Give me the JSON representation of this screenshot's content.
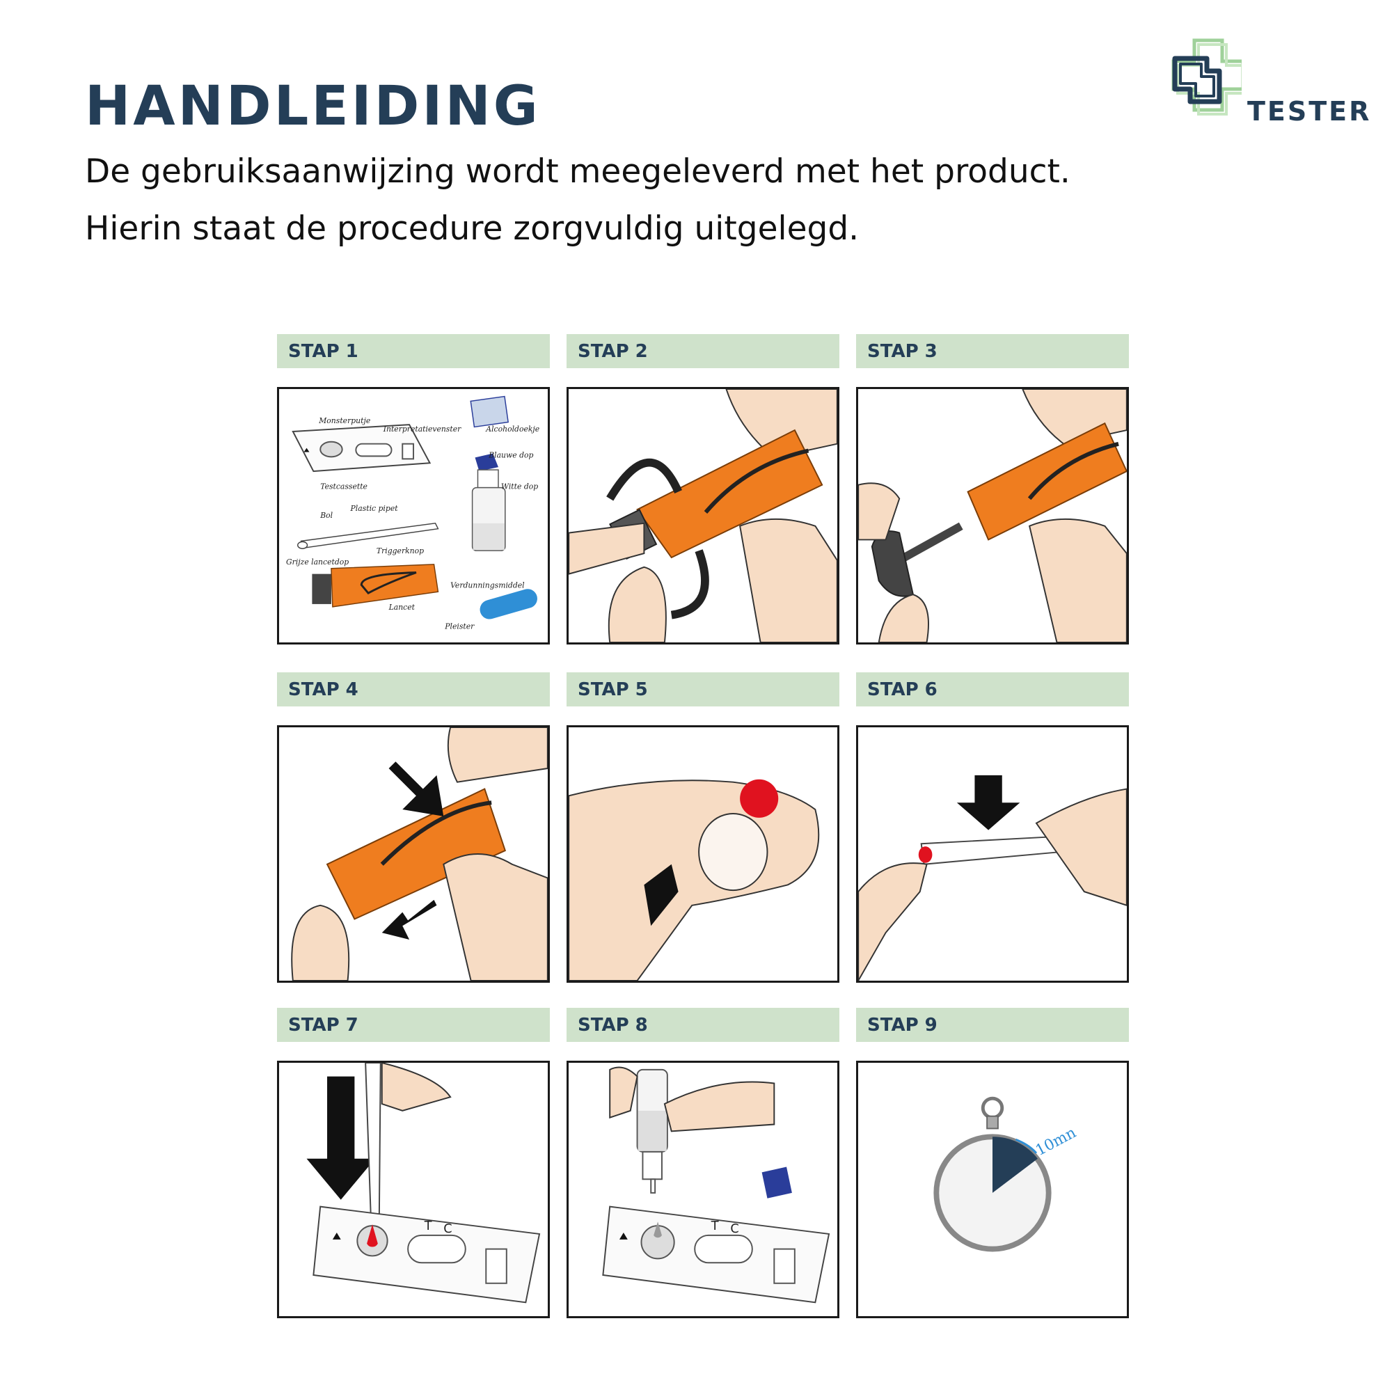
{
  "header": {
    "title": "HANDLEIDING",
    "subtitle": "De gebruiksaanwijzing wordt meegeleverd met het product. Hierin staat de procedure zorgvuldig uitgelegd."
  },
  "logo": {
    "text": "TESTER",
    "icon": "cross-logo-icon"
  },
  "steps": [
    {
      "label": "STAP 1"
    },
    {
      "label": "STAP 2"
    },
    {
      "label": "STAP 3"
    },
    {
      "label": "STAP 4"
    },
    {
      "label": "STAP 5"
    },
    {
      "label": "STAP 6"
    },
    {
      "label": "STAP 7"
    },
    {
      "label": "STAP 8"
    },
    {
      "label": "STAP 9"
    }
  ],
  "step1_labels": {
    "monsterputje": "Monsterputje",
    "interpretatievenster": "Interpretatievenster",
    "alcoholdoekje": "Alcoholdoekje",
    "blauwe_dop": "Blauwe dop",
    "witte_dop": "Witte dop",
    "testcassette": "Testcassette",
    "plastic_pipet": "Plastic pipet",
    "bol": "Bol",
    "triggerknop": "Triggerknop",
    "grijze_lancetdop": "Grijze lancetdop",
    "verdunningsmiddel": "Verdunningsmiddel",
    "lancet": "Lancet",
    "pleister": "Pleister"
  },
  "cassette_marks": {
    "t": "T",
    "c": "C"
  },
  "timer_label": "10mn",
  "colors": {
    "brand_navy": "#243e57",
    "header_green": "#cfe2cb",
    "lancet_orange": "#ef7d1f",
    "skin": "#f7dcc4",
    "blood": "#e0121f",
    "cap_blue": "#2a3d9a",
    "plaster_blue": "#2f8fd6"
  }
}
